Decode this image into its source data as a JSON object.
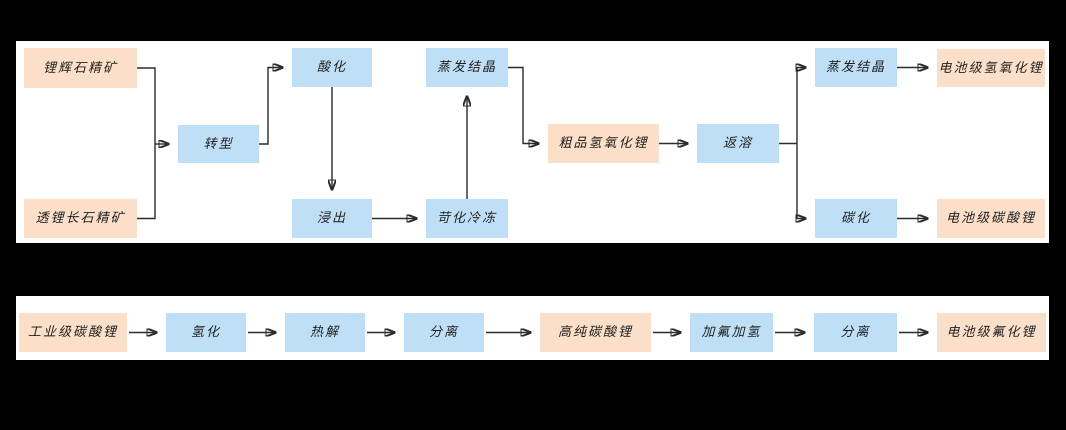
{
  "colors": {
    "background": "#000000",
    "panel": "#ffffff",
    "material_box": "#fbdfc8",
    "process_box": "#bfdff6",
    "arrow": "#2b2b2b",
    "text": "#1f1f1f"
  },
  "flow_top": {
    "nodes": [
      {
        "label": "锂辉石精矿",
        "type": "material"
      },
      {
        "label": "透锂长石精矿",
        "type": "material"
      },
      {
        "label": "转型",
        "type": "process"
      },
      {
        "label": "酸化",
        "type": "process"
      },
      {
        "label": "浸出",
        "type": "process"
      },
      {
        "label": "蒸发结晶",
        "type": "process"
      },
      {
        "label": "苛化冷冻",
        "type": "process"
      },
      {
        "label": "粗品氢氧化锂",
        "type": "material"
      },
      {
        "label": "返溶",
        "type": "process"
      },
      {
        "label": "蒸发结晶",
        "type": "process"
      },
      {
        "label": "电池级氢氧化锂",
        "type": "material"
      },
      {
        "label": "碳化",
        "type": "process"
      },
      {
        "label": "电池级碳酸锂",
        "type": "material"
      }
    ]
  },
  "flow_bottom": {
    "nodes": [
      {
        "label": "工业级碳酸锂",
        "type": "material"
      },
      {
        "label": "氢化",
        "type": "process"
      },
      {
        "label": "热解",
        "type": "process"
      },
      {
        "label": "分离",
        "type": "process"
      },
      {
        "label": "高纯碳酸锂",
        "type": "material"
      },
      {
        "label": "加氟加氢",
        "type": "process"
      },
      {
        "label": "分离",
        "type": "process"
      },
      {
        "label": "电池级氟化锂",
        "type": "material"
      }
    ]
  }
}
